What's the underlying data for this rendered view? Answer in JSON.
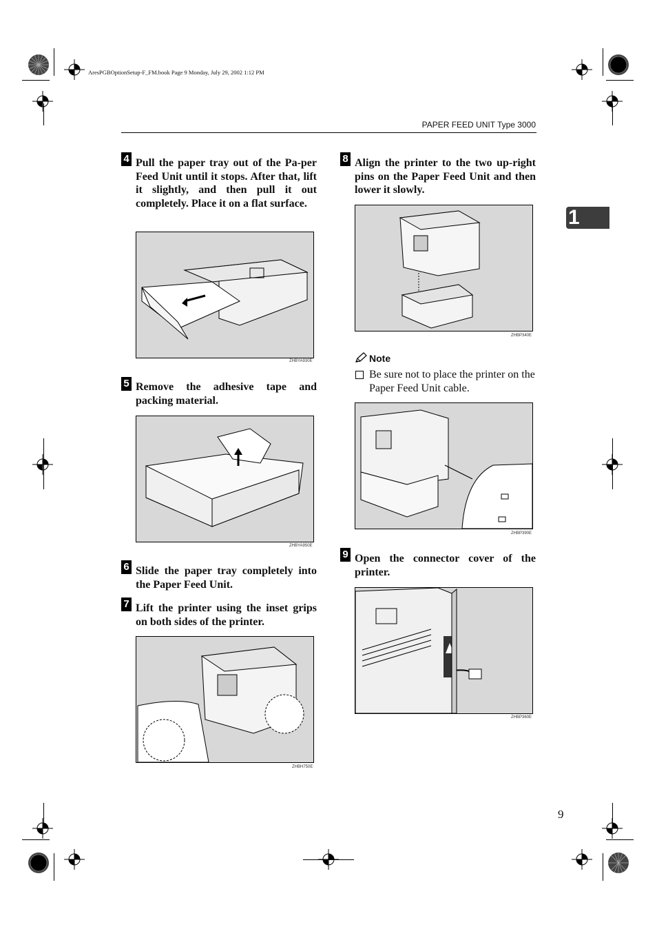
{
  "slug": "AresPGBOptionSetup-F_FM.book  Page 9  Monday, July 29, 2002  1:12 PM",
  "header": {
    "title": "PAPER FEED UNIT Type 3000"
  },
  "chapter_tab": "1",
  "steps": [
    {
      "num": "4",
      "text": "Pull the paper tray out of the Pa-per Feed Unit until it stops. After that, lift it slightly, and then pull it out completely. Place it on a flat surface.",
      "figure_code": "ZHBYA930E"
    },
    {
      "num": "5",
      "text": "Remove the adhesive tape and packing material.",
      "figure_code": "ZHBYA950E"
    },
    {
      "num": "6",
      "text": "Slide the paper tray completely into the Paper Feed Unit."
    },
    {
      "num": "7",
      "text": "Lift the printer using the inset grips on both sides of the printer.",
      "figure_code": "ZHBH750E"
    },
    {
      "num": "8",
      "text": "Align the printer to the two up-right pins on the Paper Feed Unit and then lower it slowly.",
      "figure_code": "ZHBP340E"
    },
    {
      "num": "9",
      "text": "Open the connector cover of the printer.",
      "figure_code": "ZHBP360E"
    }
  ],
  "note": {
    "heading": "Note",
    "item": "Be sure not to place the printer on the Paper Feed Unit cable.",
    "figure_code": "ZHBP390E"
  },
  "page_number": "9",
  "icons": {
    "note": "pencil-icon",
    "checkbox": "checkbox-icon"
  }
}
